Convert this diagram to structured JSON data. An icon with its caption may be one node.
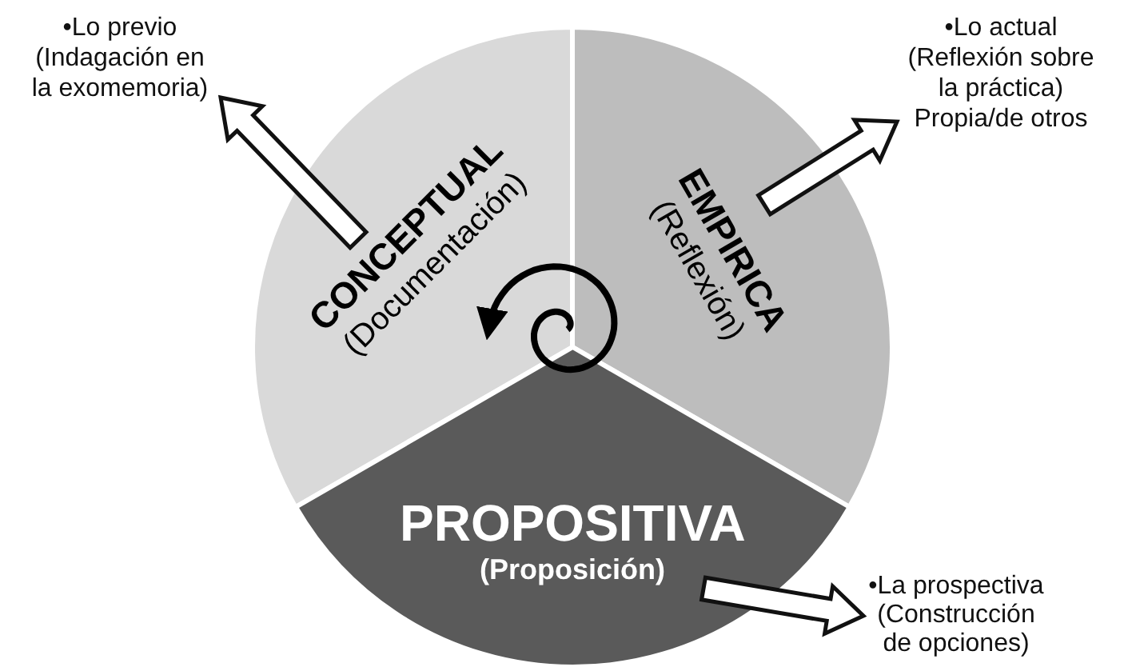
{
  "diagram": {
    "nodes": [
      {
        "text": [
          "CONCEPTUAL",
          "(Documentación)"
        ]
      },
      {
        "text": [
          "EMPIRICA",
          "(Reflexión)"
        ]
      },
      {
        "text": [
          "PROPOSITIVA",
          "(Proposición)"
        ]
      },
      {
        "text": [
          "•Lo previo",
          "(Indagación en la exomemoria)"
        ]
      },
      {
        "text": [
          "•Lo actual",
          "(Reflexión sobre la práctica)",
          "Propia/de otros"
        ]
      },
      {
        "text": [
          "•La prospectiva",
          "(Construcción de opciones)"
        ]
      }
    ],
    "edges": [
      {
        "from": 0,
        "to": 3,
        "arrow": "to"
      },
      {
        "from": 1,
        "to": 4,
        "arrow": "to"
      },
      {
        "from": 2,
        "to": 5,
        "arrow": "to"
      }
    ]
  }
}
